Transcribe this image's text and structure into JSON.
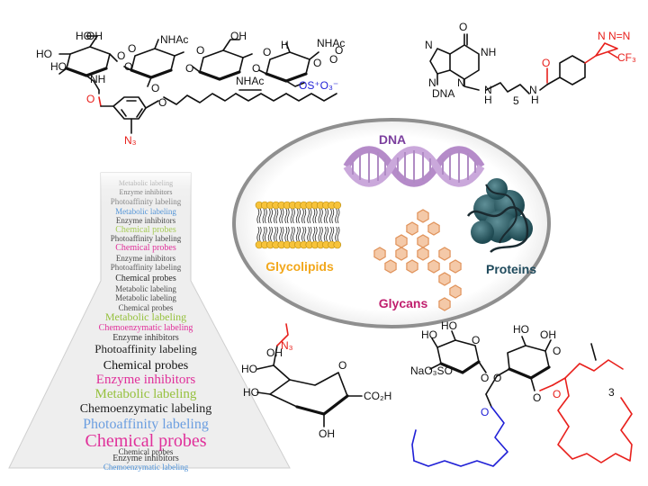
{
  "colors": {
    "dna": "#7b3f9e",
    "glycolipids": "#f2a71b",
    "glycans": "#c01f6e",
    "proteins": "#1f4a5c",
    "red_group": "#e8201c",
    "blue_group": "#1f1fd6"
  },
  "top_left_molecule": {
    "atoms": [
      "HO",
      "OH",
      "HO",
      "O",
      "NH",
      "O",
      "O",
      "NHAc",
      "HO",
      "O",
      "OH",
      "O",
      "NHAc",
      "O",
      "O",
      "O",
      "NHAc",
      "O",
      "H",
      "O",
      "O",
      "O"
    ],
    "charged_group": "OS⁺O₃⁻",
    "red_carbonyl_o": "O",
    "azide": "N₃"
  },
  "top_right_molecule": {
    "atoms": [
      "O",
      "N",
      "NH",
      "N",
      "N",
      "N",
      "N",
      "H",
      "H",
      "N",
      "O"
    ],
    "linker_index": "5",
    "dna_tag": "DNA",
    "diazirine": [
      "N=N",
      "CF₃"
    ]
  },
  "center_panel": {
    "labels": {
      "dna": "DNA",
      "glycolipids": "Glycolipids",
      "glycans": "Glycans",
      "proteins": "Proteins"
    }
  },
  "bottom_middle_molecule": {
    "atoms": [
      "HO",
      "OH",
      "O",
      "HO",
      "CO₂H",
      "OH"
    ],
    "azide": "N₃"
  },
  "bottom_right_molecule": {
    "atoms": [
      "HO",
      "HO",
      "O",
      "NaO₃SO",
      "O",
      "HO",
      "OH",
      "O",
      "O",
      "O",
      "O",
      "O"
    ],
    "subscript": "3"
  },
  "word_cloud": {
    "words": [
      {
        "text": "Metabolic labeling",
        "color": "#5a5a5a"
      },
      {
        "text": "Enzyme inhibitors",
        "color": "#3a3a3a"
      },
      {
        "text": "Photoaffinity labeling",
        "color": "#6a6a6a"
      },
      {
        "text": "Metabolic labeling",
        "color": "#4a8fd6"
      },
      {
        "text": "Enzyme inhibitors",
        "color": "#4a4a4a"
      },
      {
        "text": "Chemical probes",
        "color": "#a6cc55"
      },
      {
        "text": "Photoaffinity labeling",
        "color": "#4a4a4a"
      },
      {
        "text": "Chemical probes",
        "color": "#e0309a"
      },
      {
        "text": "Enzyme inhibitors",
        "color": "#4a4a4a"
      },
      {
        "text": "Photoaffinity labeling",
        "color": "#5a5a5a"
      },
      {
        "text": "Chemical probes",
        "color": "#2a2a2a"
      },
      {
        "text": "Metabolic labeling",
        "color": "#4a4a4a"
      },
      {
        "text": "Metabolic labeling",
        "color": "#4a4a4a"
      },
      {
        "text": "Chemical probes",
        "color": "#4a4a4a"
      },
      {
        "text": "Metabolic labeling",
        "color": "#96c13e"
      },
      {
        "text": "Chemoenzymatic labeling",
        "color": "#e0309a"
      },
      {
        "text": "Enzyme inhibitors",
        "color": "#3a3a3a"
      },
      {
        "text": "Photoaffinity labeling",
        "color": "#222222"
      },
      {
        "text": "Chemical probes",
        "color": "#111111"
      },
      {
        "text": "Enzyme inhibitors",
        "color": "#e0309a"
      },
      {
        "text": "Metabolic labeling",
        "color": "#96c13e"
      },
      {
        "text": "Chemoenzymatic labeling",
        "color": "#222222"
      },
      {
        "text": "Photoaffinity labeling",
        "color": "#6b9ee0"
      },
      {
        "text": "Chemical probes",
        "color": "#e0309a"
      },
      {
        "text": "Enzyme inhibitors",
        "color": "#3a3a3a"
      },
      {
        "text": "Chemical probes",
        "color": "#3a3a3a"
      },
      {
        "text": "Chemoenzymatic labeling",
        "color": "#4a8fd6"
      }
    ]
  }
}
